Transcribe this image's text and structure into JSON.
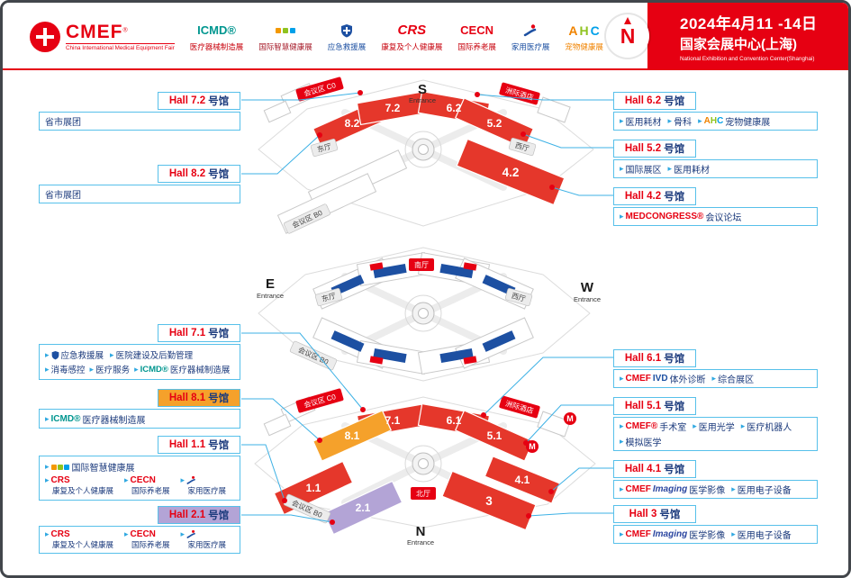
{
  "colors": {
    "brand_red": "#e60012",
    "hall_red": "#e5372b",
    "hall_orange": "#f5a12b",
    "hall_purple": "#b3a4d6",
    "line_blue": "#3db1e5",
    "text_navy": "#1b3a7c",
    "icmd_teal": "#00968f"
  },
  "header": {
    "cmef": {
      "wordmark": "CMEF",
      "reg": "®",
      "subtitle": "China International Medical Equipment Fair"
    },
    "expos": [
      {
        "brand": "ICMD®",
        "label": "医疗器械制造展"
      },
      {
        "label": "国际智慧健康展"
      },
      {
        "label": "应急救援展"
      },
      {
        "brand": "CRS",
        "label": "康复及个人健康展"
      },
      {
        "brand": "CECN",
        "label": "国际养老展"
      },
      {
        "label": "家用医疗展"
      },
      {
        "letters": [
          "A",
          "H",
          "C"
        ],
        "label": "宠物健康展"
      }
    ],
    "banner": {
      "compass": "N",
      "date": "2024年4月11 -14日",
      "venue": "国家会展中心(上海)",
      "venue_en": "National Exhibition and Convention Center(Shanghai)"
    }
  },
  "map": {
    "halls": {
      "h82": "8.2",
      "h72": "7.2",
      "h62": "6.2",
      "h52": "5.2",
      "h42": "4.2",
      "h71": "7.1",
      "h81": "8.1",
      "h61": "6.1",
      "h51": "5.1",
      "h11": "1.1",
      "h21": "2.1",
      "h3": "3",
      "h41": "4.1"
    },
    "entrances": {
      "s": "S",
      "e": "E",
      "w": "W",
      "n": "N",
      "word": "Entrance"
    },
    "tags": {
      "c0": "会议区 C0",
      "b0": "会议区 B0",
      "hotel": "洲际酒店",
      "east": "东厅",
      "west": "西厅",
      "south": "南厅",
      "north": "北厅"
    },
    "metro": "M"
  },
  "callouts": {
    "h72": {
      "title": "Hall 7.2",
      "suffix": "号馆",
      "item": "省市展团"
    },
    "h82": {
      "title": "Hall 8.2",
      "suffix": "号馆",
      "item": "省市展团"
    },
    "h71": {
      "title": "Hall 7.1",
      "suffix": "号馆",
      "r1a": "应急救援展",
      "r1b": "医院建设及后勤管理",
      "r2a": "消毒感控",
      "r2b": "医疗服务",
      "r2c_brand": "ICMD®",
      "r2c": "医疗器械制造展"
    },
    "h81": {
      "title": "Hall 8.1",
      "suffix": "号馆",
      "brand": "ICMD®",
      "item": "医疗器械制造展"
    },
    "h11": {
      "title": "Hall 1.1",
      "suffix": "号馆",
      "r1": "国际智慧健康展",
      "c1_brand": "CRS",
      "c1": "康复及个人健康展",
      "c2_brand": "CECN",
      "c2": "国际养老展",
      "c3": "家用医疗展"
    },
    "h21": {
      "title": "Hall 2.1",
      "suffix": "号馆",
      "c1_brand": "CRS",
      "c1": "康复及个人健康展",
      "c2_brand": "CECN",
      "c2": "国际养老展",
      "c3": "家用医疗展"
    },
    "h62": {
      "title": "Hall 6.2",
      "suffix": "号馆",
      "i1": "医用耗材",
      "i2": "骨科",
      "i3_letters": [
        "A",
        "H",
        "C"
      ],
      "i3": "宠物健康展"
    },
    "h52": {
      "title": "Hall 5.2",
      "suffix": "号馆",
      "i1": "国际展区",
      "i2": "医用耗材"
    },
    "h42": {
      "title": "Hall 4.2",
      "suffix": "号馆",
      "brand": "MEDCONGRESS®",
      "item": "会议论坛"
    },
    "h61": {
      "title": "Hall 6.1",
      "suffix": "号馆",
      "i1_brand": "CMEF",
      "i1_brand2": "IVD",
      "i1": "体外诊断",
      "i2": "综合展区"
    },
    "h51": {
      "title": "Hall 5.1",
      "suffix": "号馆",
      "r1a_brand": "CMEF®",
      "r1a": "手术室",
      "r1b": "医用光学",
      "r1c": "医疗机器人",
      "r2a": "模拟医学"
    },
    "h41": {
      "title": "Hall 4.1",
      "suffix": "号馆",
      "i1_brand": "CMEF",
      "i1_brand2": "Imaging",
      "i1": "医学影像",
      "i2": "医用电子设备"
    },
    "h3": {
      "title": "Hall 3",
      "suffix": "号馆",
      "i1_brand": "CMEF",
      "i1_brand2": "Imaging",
      "i1": "医学影像",
      "i2": "医用电子设备"
    }
  }
}
